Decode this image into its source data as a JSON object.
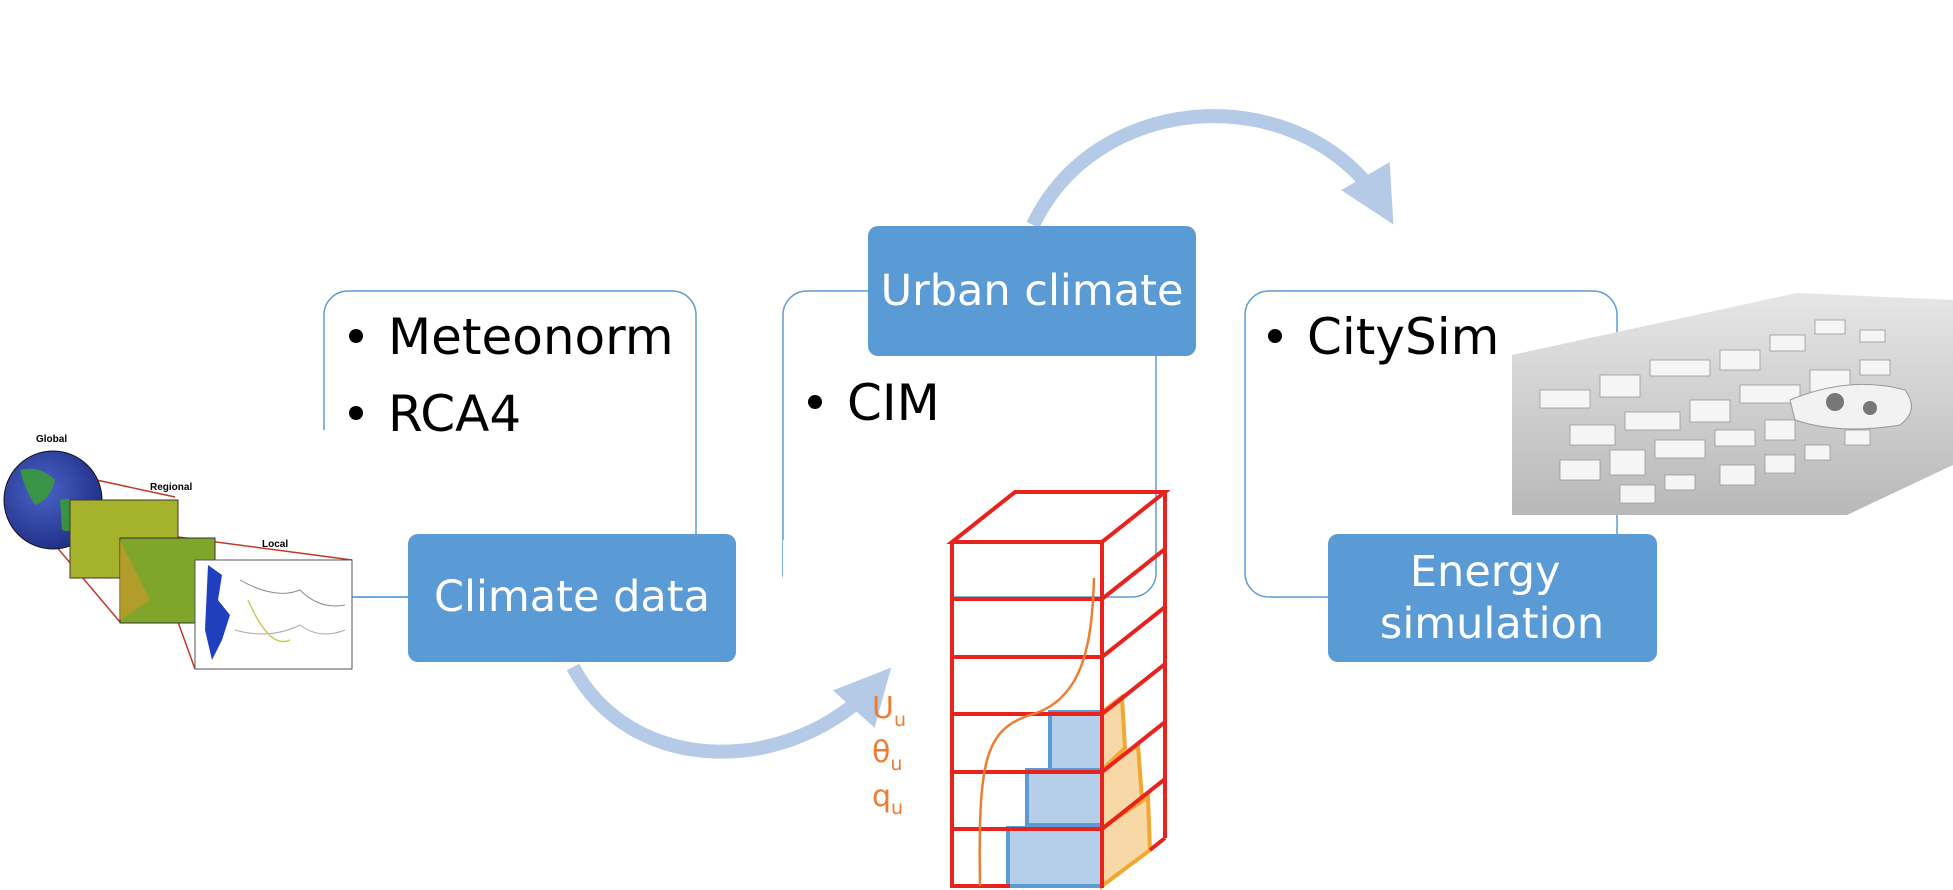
{
  "colors": {
    "box_fill": "#5B9BD5",
    "box_text": "#ffffff",
    "outline": "#5B9BD5",
    "arrow": "#B4CAE6",
    "grid_red": "#E8231E",
    "orange": "#ED7D31",
    "building_blue": "#B5CFEA",
    "building_orange": "#F8D8A7"
  },
  "panels": [
    {
      "id": "climate",
      "box_label": "Climate data",
      "bullets": [
        "Meteonorm",
        "RCA4"
      ]
    },
    {
      "id": "urban",
      "box_label": "Urban climate",
      "bullets": [
        "CIM"
      ]
    },
    {
      "id": "energy",
      "box_label_lines": [
        "Energy",
        "simulation"
      ],
      "bullets": [
        "CitySim"
      ]
    }
  ],
  "map_inset": {
    "labels": [
      "Global",
      "Regional",
      "Local"
    ]
  },
  "variables": {
    "u": {
      "base": "U",
      "sub": "u"
    },
    "theta": {
      "base": "θ",
      "sub": "u"
    },
    "q": {
      "base": "q",
      "sub": "u"
    }
  }
}
